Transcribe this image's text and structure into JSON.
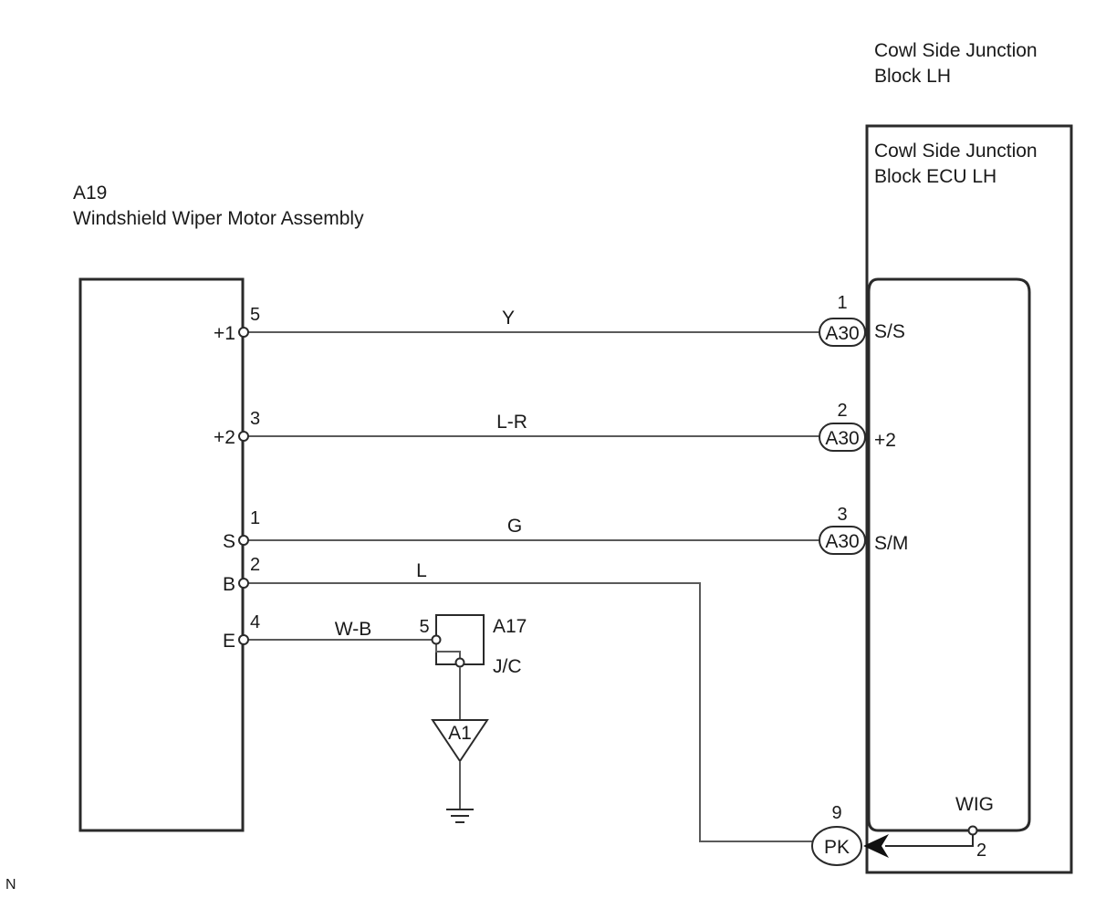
{
  "labels": {
    "junction_block_title_1": "Cowl Side Junction",
    "junction_block_title_2": "Block LH",
    "ecu_title_1": "Cowl Side Junction",
    "ecu_title_2": "Block ECU LH",
    "motor_id": "A19",
    "motor_name": "Windshield Wiper Motor Assembly",
    "footer_mark": "N"
  },
  "motor_pins": [
    {
      "name": "+1",
      "pin": "5"
    },
    {
      "name": "+2",
      "pin": "3"
    },
    {
      "name": "S",
      "pin": "1"
    },
    {
      "name": "B",
      "pin": "2"
    },
    {
      "name": "E",
      "pin": "4"
    }
  ],
  "wires": [
    {
      "color": "Y"
    },
    {
      "color": "L-R"
    },
    {
      "color": "G"
    },
    {
      "color": "L"
    },
    {
      "color": "W-B"
    }
  ],
  "connectors": [
    {
      "id": "A30",
      "pin": "1",
      "ecu_terminal": "S/S"
    },
    {
      "id": "A30",
      "pin": "2",
      "ecu_terminal": "+2"
    },
    {
      "id": "A30",
      "pin": "3",
      "ecu_terminal": "S/M"
    },
    {
      "id": "PK",
      "pin": "9",
      "ecu_terminal": "WIG",
      "ecu_pin": "2"
    }
  ],
  "junction": {
    "pin": "5",
    "id": "A17",
    "type": "J/C"
  },
  "ground": {
    "id": "A1"
  }
}
